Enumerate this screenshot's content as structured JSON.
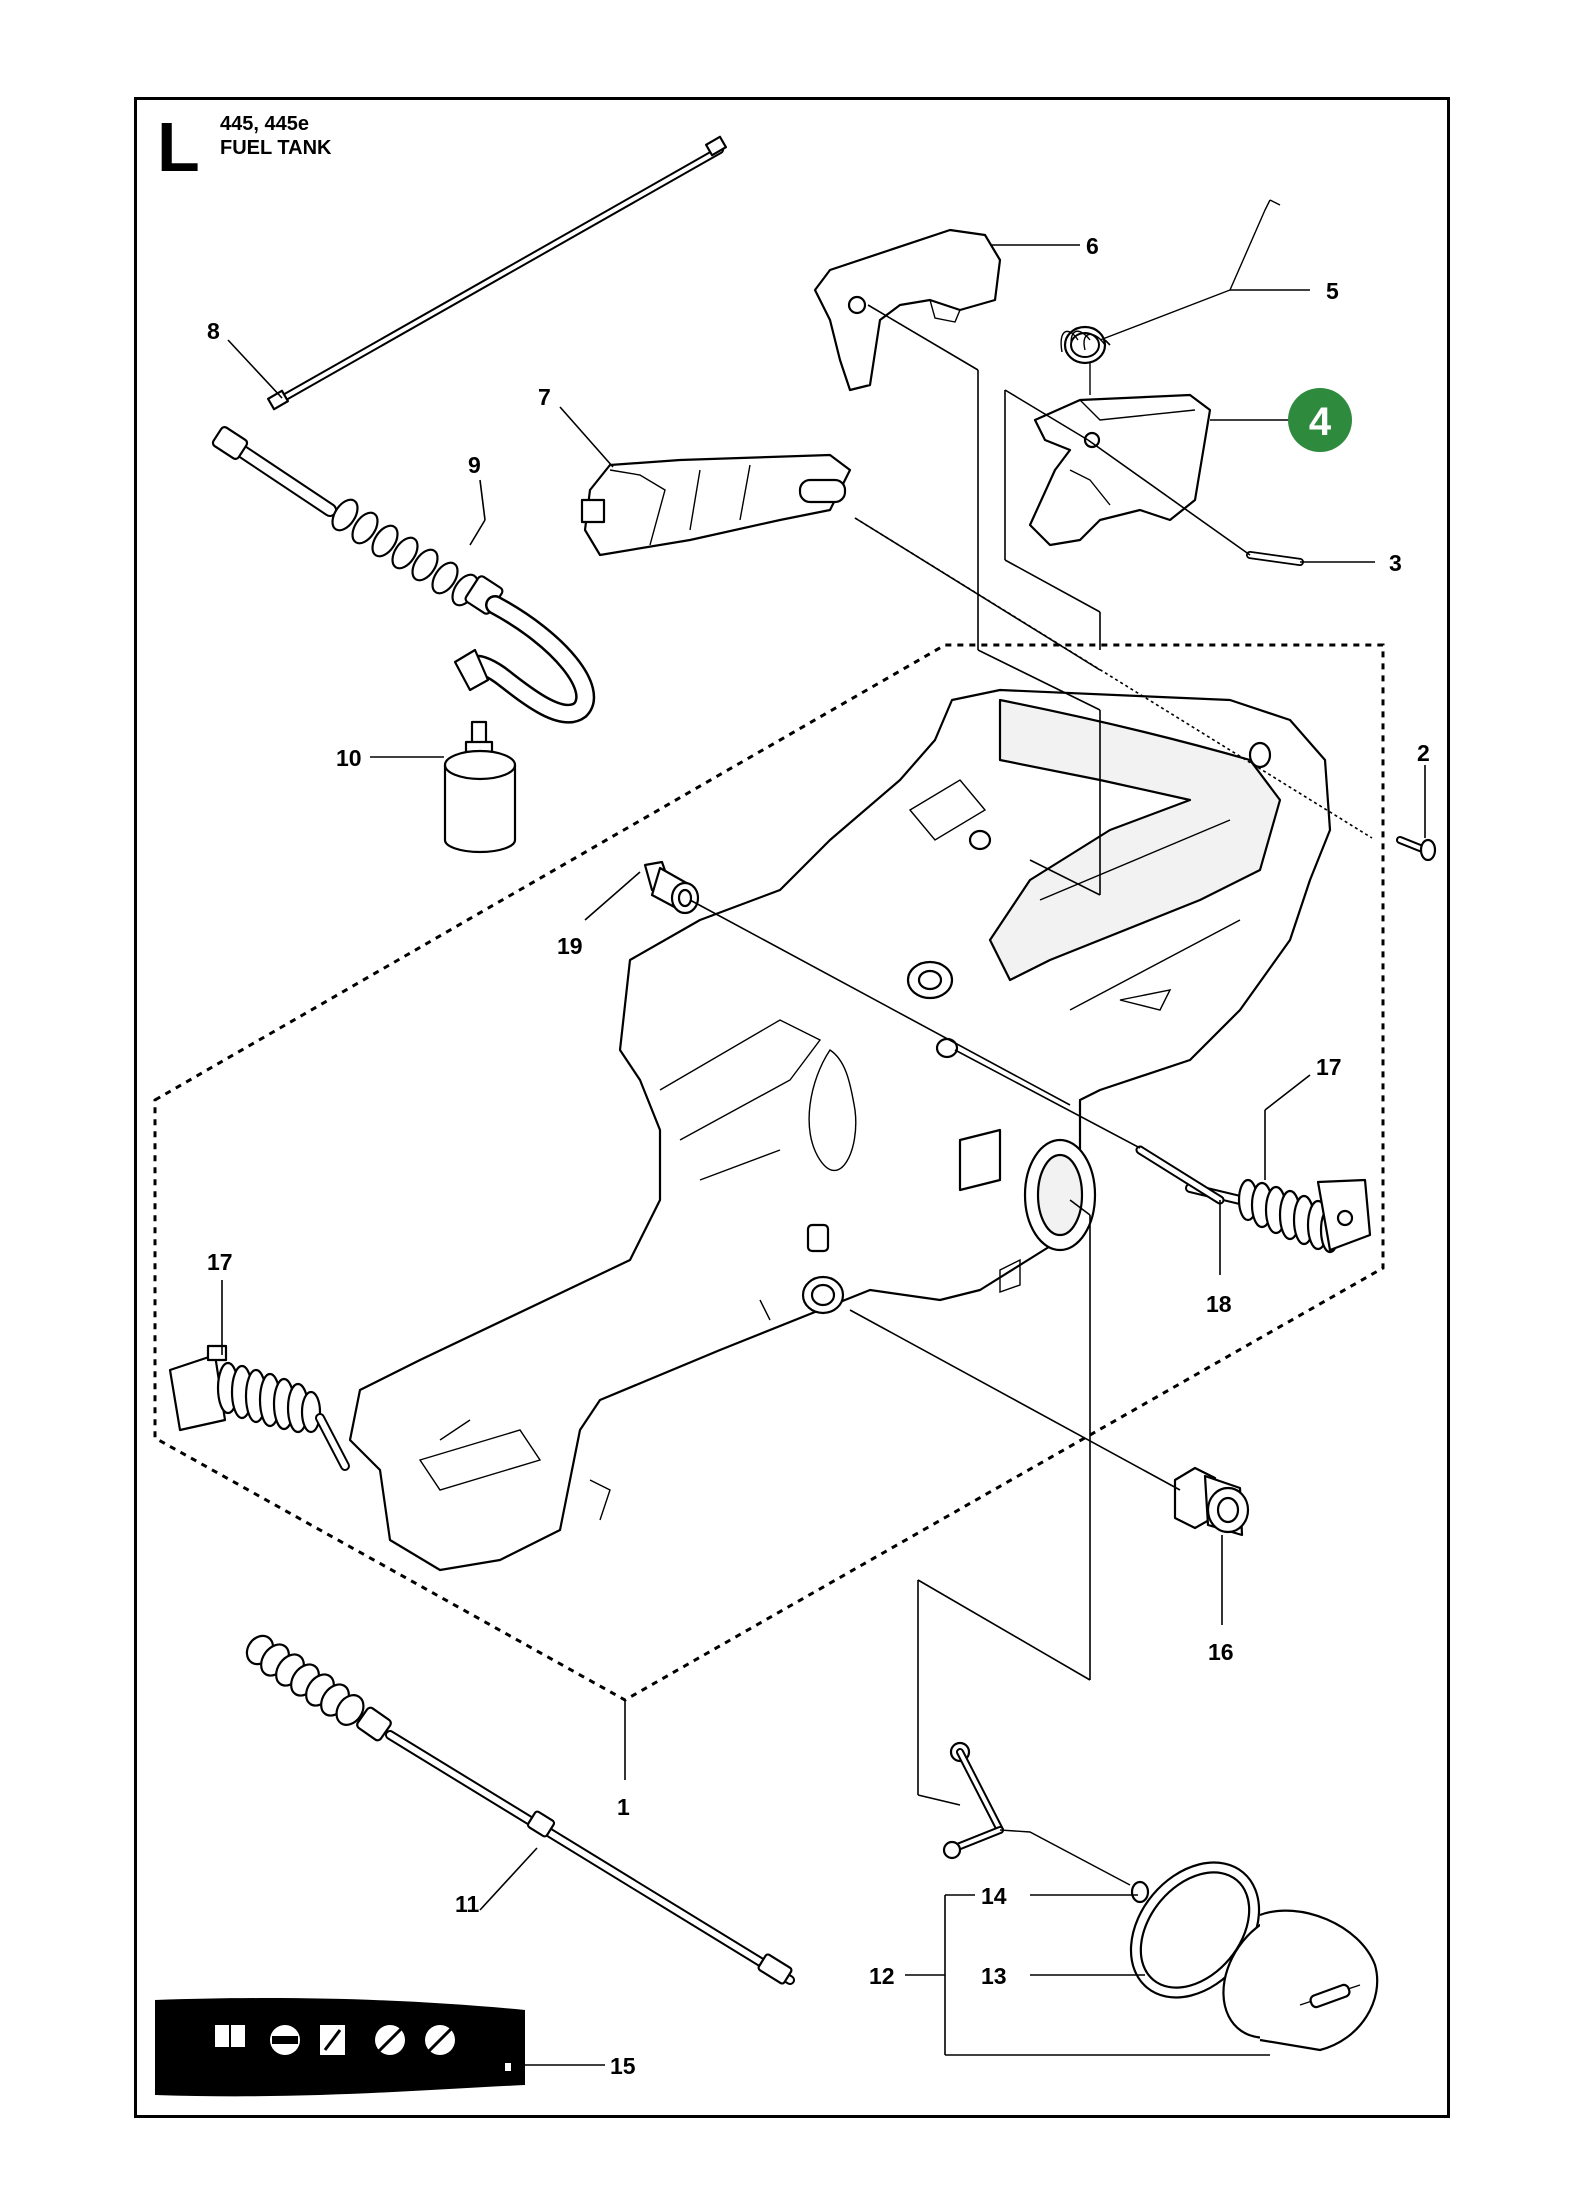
{
  "header": {
    "section_letter": "L",
    "models": "445, 445e",
    "title": "FUEL TANK"
  },
  "highlight": {
    "label": "4",
    "color": "#2e8b3e"
  },
  "callouts": {
    "c1": "1",
    "c2": "2",
    "c3": "3",
    "c5": "5",
    "c6": "6",
    "c7": "7",
    "c8": "8",
    "c9": "9",
    "c10": "10",
    "c11": "11",
    "c12": "12",
    "c13": "13",
    "c14": "14",
    "c15": "15",
    "c16": "16",
    "c17a": "17",
    "c17b": "17",
    "c18": "18",
    "c19": "19"
  },
  "colors": {
    "line": "#000000",
    "background": "#ffffff"
  }
}
